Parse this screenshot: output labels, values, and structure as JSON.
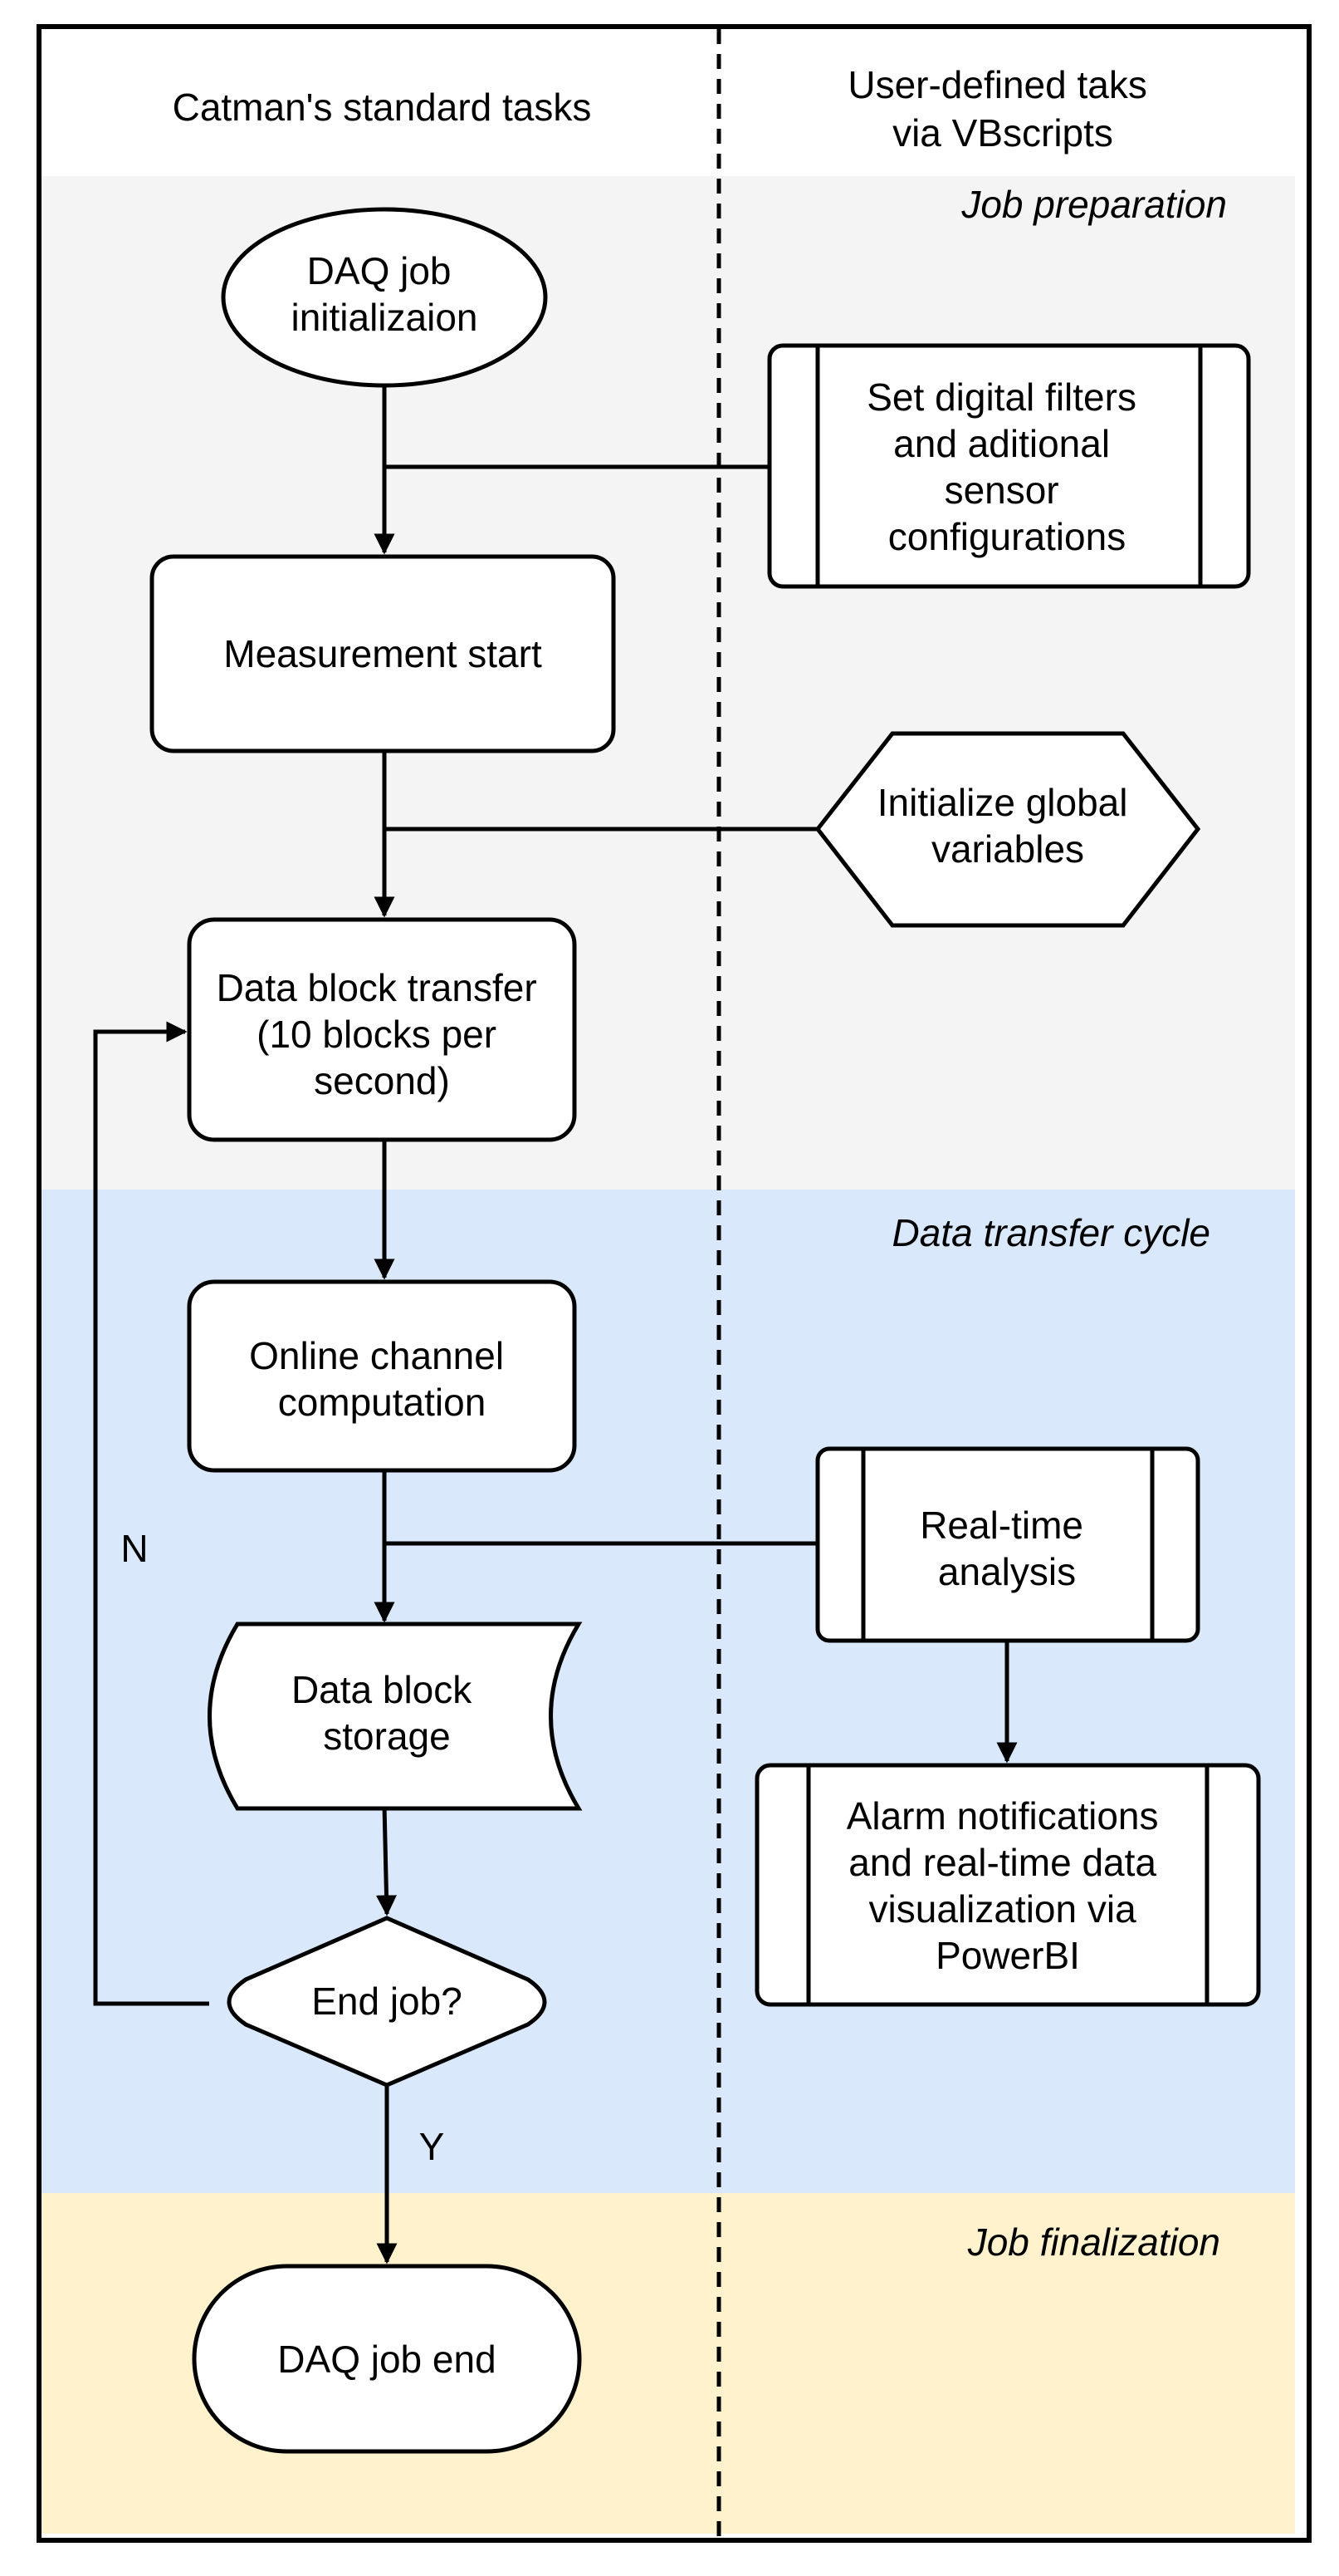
{
  "colors": {
    "job_preparation_band": "#f4f4f4",
    "data_transfer_band": "#dae8fc",
    "job_finalization_band": "#fff2cc",
    "shape_fill": "#ffffff",
    "stroke": "#000000"
  },
  "lanes": {
    "left_header": "Catman's standard tasks",
    "right_header": [
      "User-defined taks",
      "via VBscripts"
    ]
  },
  "phases": {
    "preparation": "Job preparation",
    "transfer": "Data transfer cycle",
    "finalization": "Job finalization"
  },
  "nodes": {
    "daq_init": [
      "DAQ job",
      "initializaion"
    ],
    "filters": [
      "Set digital filters",
      "and aditional",
      "sensor",
      "configurations"
    ],
    "measurement_start": [
      "Measurement start"
    ],
    "init_globals": [
      "Initialize global",
      "variables"
    ],
    "data_transfer": [
      "Data block transfer",
      "(10 blocks per",
      "second)"
    ],
    "online_computation": [
      "Online channel",
      "computation"
    ],
    "realtime_analysis": [
      "Real-time",
      "analysis"
    ],
    "storage": [
      "Data block",
      "storage"
    ],
    "alarms": [
      "Alarm notifications",
      "and real-time data",
      "visualization via",
      "PowerBI"
    ],
    "end_decision": [
      "End job?"
    ],
    "daq_end": [
      "DAQ job end"
    ]
  },
  "edge_labels": {
    "no": "N",
    "yes": "Y"
  }
}
